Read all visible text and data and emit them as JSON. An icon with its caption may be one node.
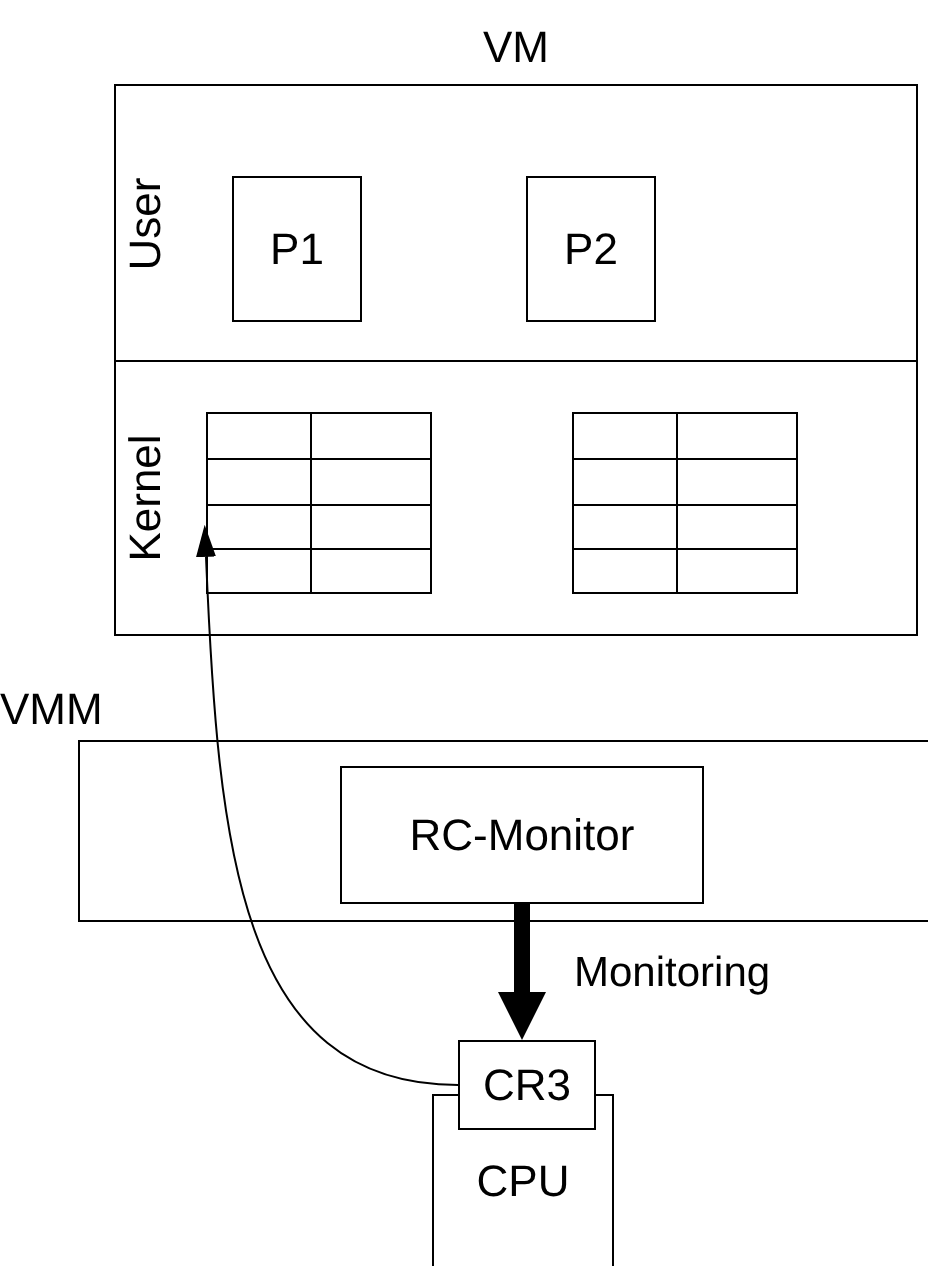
{
  "diagram": {
    "nodes": [
      {
        "text": [
          "VM"
        ]
      },
      {
        "text": [
          "User"
        ],
        "in": 0
      },
      {
        "text": [
          "P1"
        ],
        "in": 1
      },
      {
        "text": [
          "P2"
        ],
        "in": 1
      },
      {
        "text": [
          "Kernel"
        ],
        "in": 0
      },
      {
        "text": [],
        "shape": "table",
        "in": 4
      },
      {
        "text": [],
        "shape": "table",
        "in": 4
      },
      {
        "text": [
          "VMM"
        ]
      },
      {
        "text": [
          "RC-Monitor"
        ],
        "in": 7
      },
      {
        "text": [
          "CPU"
        ]
      },
      {
        "text": [
          "CR3"
        ]
      }
    ],
    "edges": [
      {
        "from": 8,
        "to": 10,
        "arrow": "to",
        "label": "Monitoring",
        "style": "thick"
      },
      {
        "from": 10,
        "to": 5,
        "arrow": "to"
      }
    ]
  }
}
